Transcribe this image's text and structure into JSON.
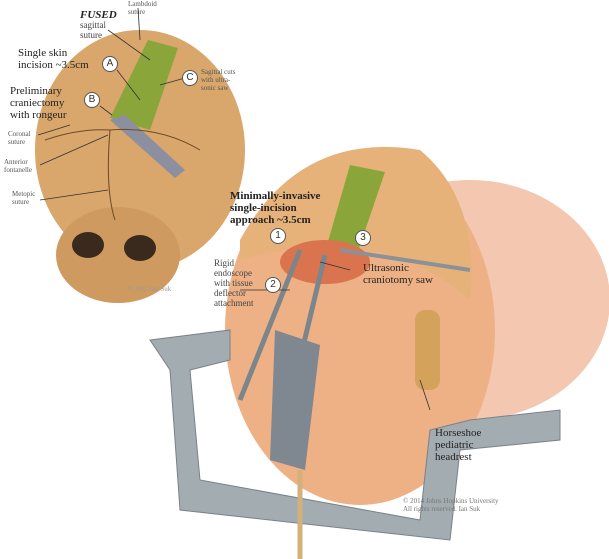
{
  "skull_labels": {
    "fused": "FUSED",
    "sagittal_suture": "sagittal\nsuture",
    "lambdoid_suture": "Lambdoid\nsuture",
    "single_skin_incision": "Single skin\nincision ~3.5cm",
    "preliminary_craniectomy": "Preliminary\ncraniectomy\nwith rongeur",
    "sagittal_cuts": "Sagittal cuts\nwith ultra-\nsonic saw",
    "coronal_suture": "Coronal\nsuture",
    "anterior_fontanelle": "Anterior\nfontanelle",
    "metopic_suture": "Metopic\nsuture",
    "marker_a": "A",
    "marker_b": "B",
    "marker_c": "C"
  },
  "head_labels": {
    "approach": "Minimally-invasive\nsingle-incision\napproach ~3.5cm",
    "endoscope": "Rigid\nendoscope\nwith tissue\ndeflector\nattachment",
    "saw": "Ultrasonic\ncraniotomy saw",
    "headrest": "Horseshoe\npediatric\nheadrest",
    "marker_1": "1",
    "marker_2": "2",
    "marker_3": "3"
  },
  "watermarks": {
    "skull_signature": "© JHU Ian Suk",
    "copyright": "© 2014 Johns Hopkins University\nAll rights reserved. Ian Suk"
  },
  "colors": {
    "skull": "#d9a66b",
    "bone_strip": "#8aa63a",
    "skin": "#f0b48a",
    "hair": "#e6b27a",
    "metal": "#9aa3a8"
  }
}
